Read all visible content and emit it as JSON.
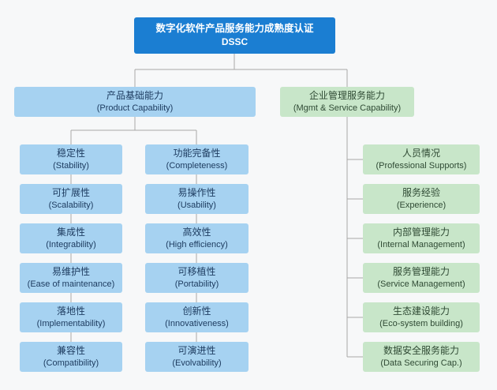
{
  "root": {
    "zh": "数字化软件产品服务能力成熟度认证",
    "en": "DSSC"
  },
  "branches": {
    "product": {
      "zh": "产品基础能力",
      "en": "(Product Capability)"
    },
    "mgmt": {
      "zh": "企业管理服务能力",
      "en": "(Mgmt & Service Capability)"
    }
  },
  "product_col1": [
    {
      "zh": "稳定性",
      "en": "(Stability)"
    },
    {
      "zh": "可扩展性",
      "en": "(Scalability)"
    },
    {
      "zh": "集成性",
      "en": "(Integrability)"
    },
    {
      "zh": "易维护性",
      "en": "(Ease of maintenance)"
    },
    {
      "zh": "落地性",
      "en": "(Implementability)"
    },
    {
      "zh": "兼容性",
      "en": "(Compatibility)"
    }
  ],
  "product_col2": [
    {
      "zh": "功能完备性",
      "en": "(Completeness)"
    },
    {
      "zh": "易操作性",
      "en": "(Usability)"
    },
    {
      "zh": "高效性",
      "en": "(High efficiency)"
    },
    {
      "zh": "可移植性",
      "en": "(Portability)"
    },
    {
      "zh": "创新性",
      "en": "(Innovativeness)"
    },
    {
      "zh": "可演进性",
      "en": "(Evolvability)"
    }
  ],
  "mgmt_items": [
    {
      "zh": "人员情况",
      "en": "(Professional Supports)"
    },
    {
      "zh": "服务经验",
      "en": "(Experience)"
    },
    {
      "zh": "内部管理能力",
      "en": "(Internal Management)"
    },
    {
      "zh": "服务管理能力",
      "en": "(Service Management)"
    },
    {
      "zh": "生态建设能力",
      "en": "(Eco-system building)"
    },
    {
      "zh": "数据安全服务能力",
      "en": "(Data Securing Cap.)"
    }
  ],
  "colors": {
    "root_bg": "#1b7ed2",
    "blue_bg": "#a6d2f1",
    "blue_text": "#1c3a5e",
    "green_bg": "#c8e6c9",
    "green_text": "#2f4a34",
    "line": "#a8a8a8",
    "page_bg": "#f7f8f9"
  }
}
